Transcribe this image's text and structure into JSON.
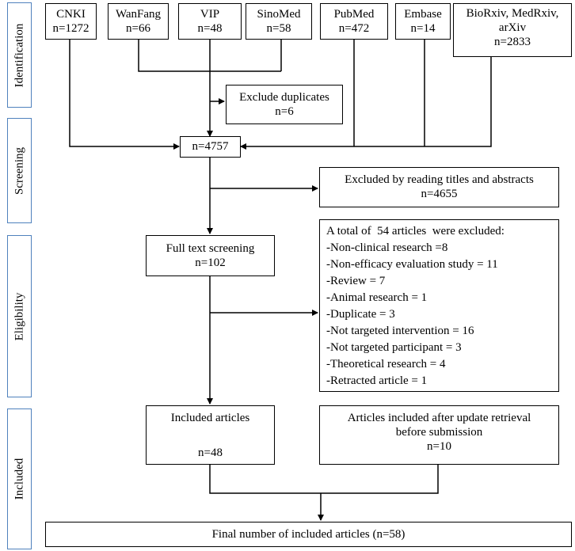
{
  "stages": {
    "identification": "Identification",
    "screening": "Screening",
    "eligibility": "Eligibility",
    "included": "Included"
  },
  "sources": [
    {
      "name": "CNKI",
      "count": "n=1272"
    },
    {
      "name": "WanFang",
      "count": "n=66"
    },
    {
      "name": "VIP",
      "count": "n=48"
    },
    {
      "name": "SinoMed",
      "count": "n=58"
    },
    {
      "name": "PubMed",
      "count": "n=472"
    },
    {
      "name": "Embase",
      "count": "n=14"
    },
    {
      "name_line1": "BioRxiv, MedRxiv,",
      "name_line2": "arXiv",
      "count": "n=2833"
    }
  ],
  "duplicates": {
    "label": "Exclude duplicates",
    "count": "n=6"
  },
  "screened": {
    "count": "n=4757"
  },
  "excluded_titles": {
    "label": "Excluded by reading titles and abstracts",
    "count": "n=4655"
  },
  "fulltext": {
    "label": "Full text screening",
    "count": "n=102"
  },
  "excluded_fulltext": {
    "title": "A total of  54 articles  were excluded:",
    "reasons": [
      "-Non-clinical research =8",
      "-Non-efficacy evaluation study = 11",
      "-Review = 7",
      "-Animal research = 1",
      "-Duplicate = 3",
      "-Not targeted intervention = 16",
      "-Not targeted participant = 3",
      "-Theoretical research = 4",
      "-Retracted article = 1"
    ]
  },
  "included_articles": {
    "label": "Included articles",
    "count": "n=48"
  },
  "update_retrieval": {
    "line1": "Articles included after update retrieval",
    "line2": "before submission",
    "count": "n=10"
  },
  "final": {
    "label": "Final number of included articles (n=58)"
  }
}
